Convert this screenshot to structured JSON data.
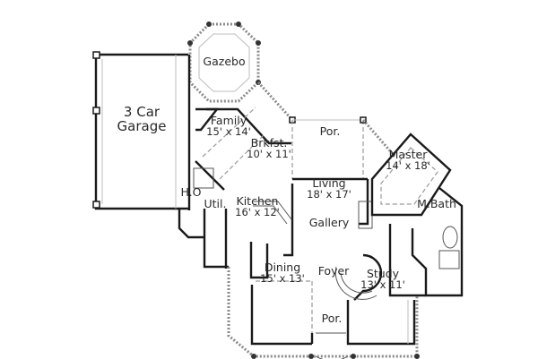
{
  "plan": {
    "rooms": [
      {
        "id": "gazebo",
        "name": "Gazebo",
        "dims": ""
      },
      {
        "id": "garage",
        "name": "3 Car",
        "name2": "Garage",
        "dims": ""
      },
      {
        "id": "family",
        "name": "Family",
        "dims": "15' x 14'"
      },
      {
        "id": "brkfst",
        "name": "Brkfst.",
        "dims": "10' x 11'"
      },
      {
        "id": "porch_rear",
        "name": "Por.",
        "dims": ""
      },
      {
        "id": "master",
        "name": "Master",
        "dims": "14' x 18'"
      },
      {
        "id": "living",
        "name": "Living",
        "dims": "18' x 17'"
      },
      {
        "id": "mbath",
        "name": "M.Bath",
        "dims": ""
      },
      {
        "id": "ho",
        "name": "H.O",
        "dims": ""
      },
      {
        "id": "util",
        "name": "Util.",
        "dims": ""
      },
      {
        "id": "kitchen",
        "name": "Kitchen",
        "dims": "16' x 12'"
      },
      {
        "id": "gallery",
        "name": "Gallery",
        "dims": ""
      },
      {
        "id": "dining",
        "name": "Dining",
        "dims": "15' x 13'"
      },
      {
        "id": "foyer",
        "name": "Foyer",
        "dims": ""
      },
      {
        "id": "study",
        "name": "Study",
        "dims": "13' x 11'"
      },
      {
        "id": "porch_front",
        "name": "Por.",
        "dims": ""
      }
    ],
    "colors": {
      "wall": "#1a1a1a",
      "text": "#2a2a2a",
      "dashed": "#9a9a9a",
      "background": "#ffffff"
    }
  }
}
